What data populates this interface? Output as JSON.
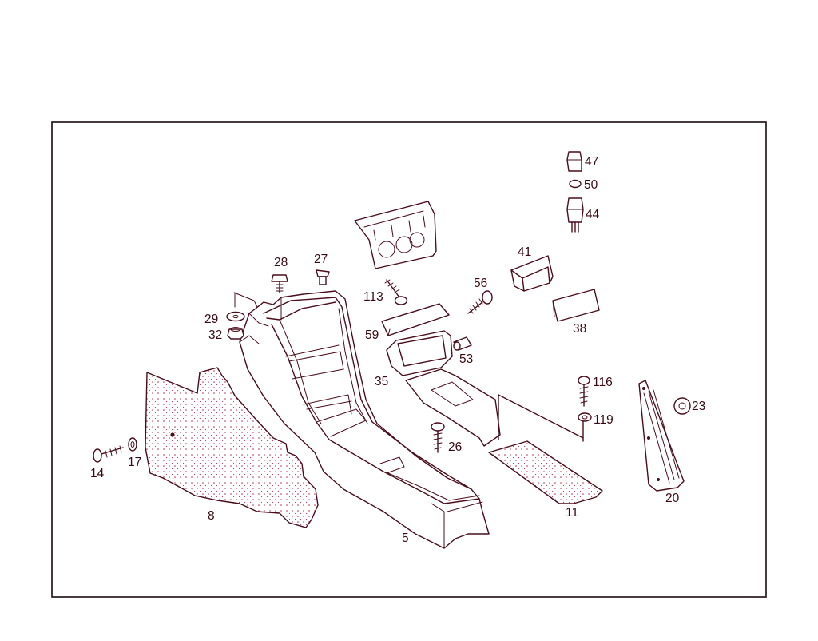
{
  "colors": {
    "ink": "#4a0d1c",
    "paper": "#ffffff",
    "stipple": "#b02040"
  },
  "callouts": {
    "p5": "5",
    "p8": "8",
    "p11": "11",
    "p14": "14",
    "p17": "17",
    "p20": "20",
    "p23": "23",
    "p26": "26",
    "p27": "27",
    "p28": "28",
    "p29": "29",
    "p32": "32",
    "p35": "35",
    "p38": "38",
    "p41": "41",
    "p44": "44",
    "p47": "47",
    "p50": "50",
    "p53": "53",
    "p56": "56",
    "p59": "59",
    "p113": "113",
    "p116": "116",
    "p119": "119"
  }
}
